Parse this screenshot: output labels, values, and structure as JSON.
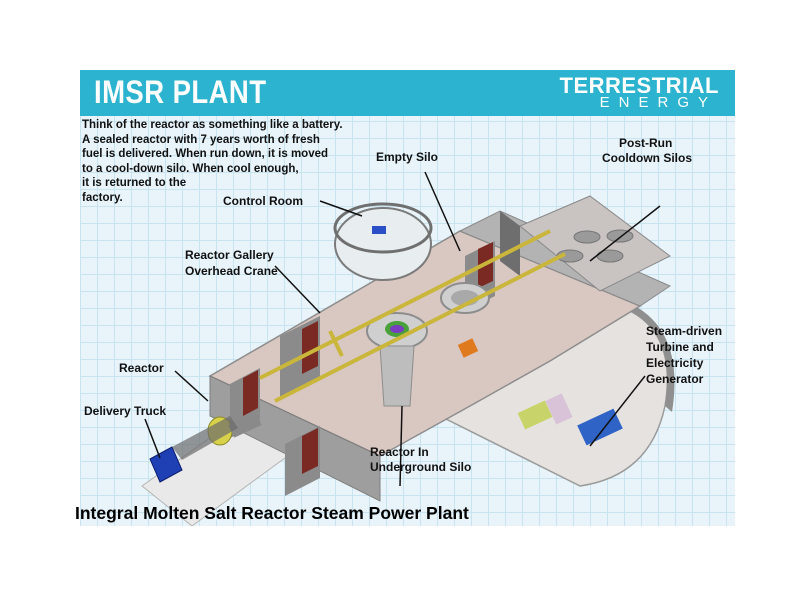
{
  "header": {
    "title": "IMSR PLANT",
    "brand_line1": "TERRESTRIAL",
    "brand_line2": "ENERGY"
  },
  "intro_text": "Think of the reactor as something like a battery.\nA sealed reactor with 7 years worth of fresh\nfuel is delivered.  When run down, it is moved\nto a cool-down silo.  When cool enough,\nit is returned to the\nfactory.",
  "labels": {
    "empty_silo": "Empty Silo",
    "post_run_line1": "Post-Run",
    "post_run_line2": "Cooldown Silos",
    "control_room": "Control Room",
    "gallery_line1": "Reactor Gallery",
    "gallery_line2": "Overhead Crane",
    "reactor": "Reactor",
    "delivery_truck": "Delivery Truck",
    "turbine_line1": "Steam-driven",
    "turbine_line2": "Turbine and",
    "turbine_line3": "Electricity",
    "turbine_line4": "Generator",
    "silo_line1": "Reactor In",
    "silo_line2": "Underground Silo"
  },
  "caption": "Integral Molten Salt Reactor Steam Power Plant",
  "colors": {
    "header": "#2bb3cf",
    "grid": "#c9e4f1",
    "wall": "#9a9a9a",
    "floor": "#d9c7c1",
    "crane_rail": "#c9b63a",
    "door": "#7a2a22",
    "truck": "#1f3fb5"
  }
}
